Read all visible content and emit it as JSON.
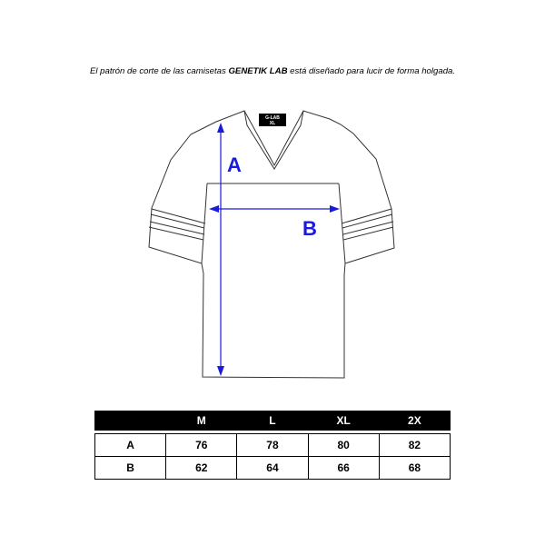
{
  "caption": {
    "prefix": "El patrón de corte de las camisetas ",
    "brand": "GENETIK LAB",
    "suffix": " está diseñado para lucir de forma holgada."
  },
  "garment": {
    "tag_line1": "G-LAB",
    "tag_line2": "XL",
    "label_a": "A",
    "label_b": "B",
    "arrow_color": "#1a1adb",
    "outline_color": "#333333"
  },
  "size_table": {
    "headers": [
      "",
      "M",
      "L",
      "XL",
      "2X"
    ],
    "rows": [
      {
        "label": "A",
        "values": [
          "76",
          "78",
          "80",
          "82"
        ]
      },
      {
        "label": "B",
        "values": [
          "62",
          "64",
          "66",
          "68"
        ]
      }
    ]
  }
}
